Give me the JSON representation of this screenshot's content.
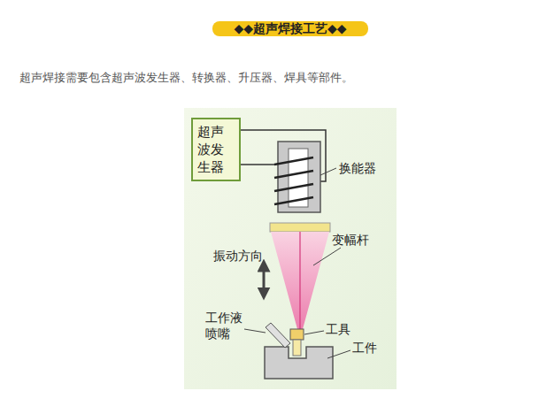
{
  "diagram": {
    "title": "◆◆超声焊接工艺◆◆",
    "nodes": [
      {
        "text": [
          "超声波发生器"
        ]
      }
    ],
    "labels": [
      "超声焊接需要包含超声波发生器、转换器、升压器、焊具等部件。",
      "换能器",
      "变幅杆",
      "振动方向",
      "工作液 喷嘴",
      "工具",
      "工件"
    ]
  }
}
